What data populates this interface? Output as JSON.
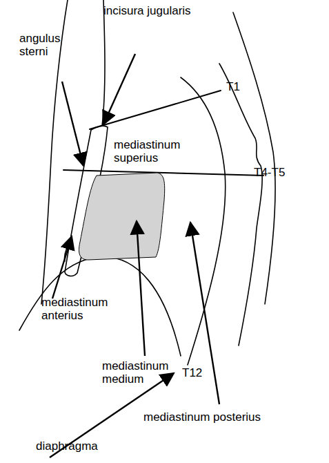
{
  "diagram": {
    "labels": [
      "incisura jugularis",
      "angulus sterni",
      "T1",
      "mediastinum superius",
      "T4-T5",
      "mediastinum anterius",
      "mediastinum medium",
      "T12",
      "diaphragma",
      "mediastinum posterius"
    ]
  }
}
